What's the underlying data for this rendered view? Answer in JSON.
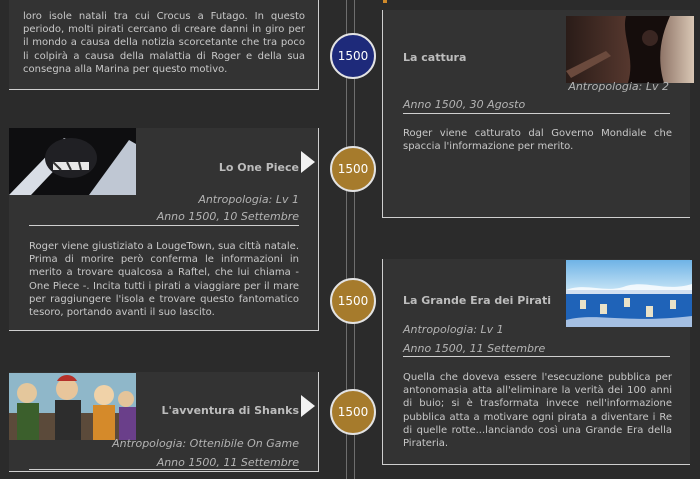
{
  "events": [
    {
      "year": "1500",
      "title": "",
      "meta1": "",
      "meta2": "",
      "text": "loro isole natali tra cui Crocus a Futago. In questo periodo, molti pirati cercano di creare danni in giro per il mondo a causa della notizia scorcetante che tra poco li colpirà a causa della malattia di Roger e della sua consegna alla Marina per questo motivo."
    },
    {
      "year": "1500",
      "title": "La cattura",
      "meta1": "Antropologia: Lv 2",
      "meta2": "Anno 1500, 30 Agosto",
      "text": "Roger viene catturato dal Governo Mondiale che spaccia l'informazione per merito."
    },
    {
      "year": "1500",
      "title": "Lo One Piece",
      "meta1": "Antropologia: Lv 1",
      "meta2": "Anno 1500, 10 Settembre",
      "text": "Roger viene giustiziato a LougeTown, sua città natale. Prima di morire però conferma le informazioni in merito a trovare qualcosa a Raftel, che lui chiama - One Piece -. Incita tutti i pirati a viaggiare per il mare per raggiungere l'isola e trovare questo fantomatico tesoro, portando avanti il suo lascito."
    },
    {
      "year": "1500",
      "title": "La Grande Era dei Pirati",
      "meta1": "Antropologia: Lv 1",
      "meta2": "Anno 1500, 11 Settembre",
      "text": "Quella che doveva essere l'esecuzione pubblica per antonomasia atta all'eliminare la verità dei 100 anni di buio; si è trasformata invece nell'informazione pubblica atta a motivare ogni pirata a diventare i Re di quelle rotte...lanciando così una Grande Era della Pirateria."
    },
    {
      "year": "1500",
      "title": "L'avventura di Shanks",
      "meta1": "Antropologia: Ottenibile On Game",
      "meta2": "Anno 1500, 11 Settembre",
      "text": ""
    }
  ],
  "colors": {
    "background": "#2b2b2b",
    "card": "#333333",
    "gold_marker": "#a67b2c",
    "blue_marker": "#1e2a7a",
    "border": "#cfcfcf"
  },
  "icons": [
    "pointer-left-icon",
    "pointer-right-icon"
  ]
}
